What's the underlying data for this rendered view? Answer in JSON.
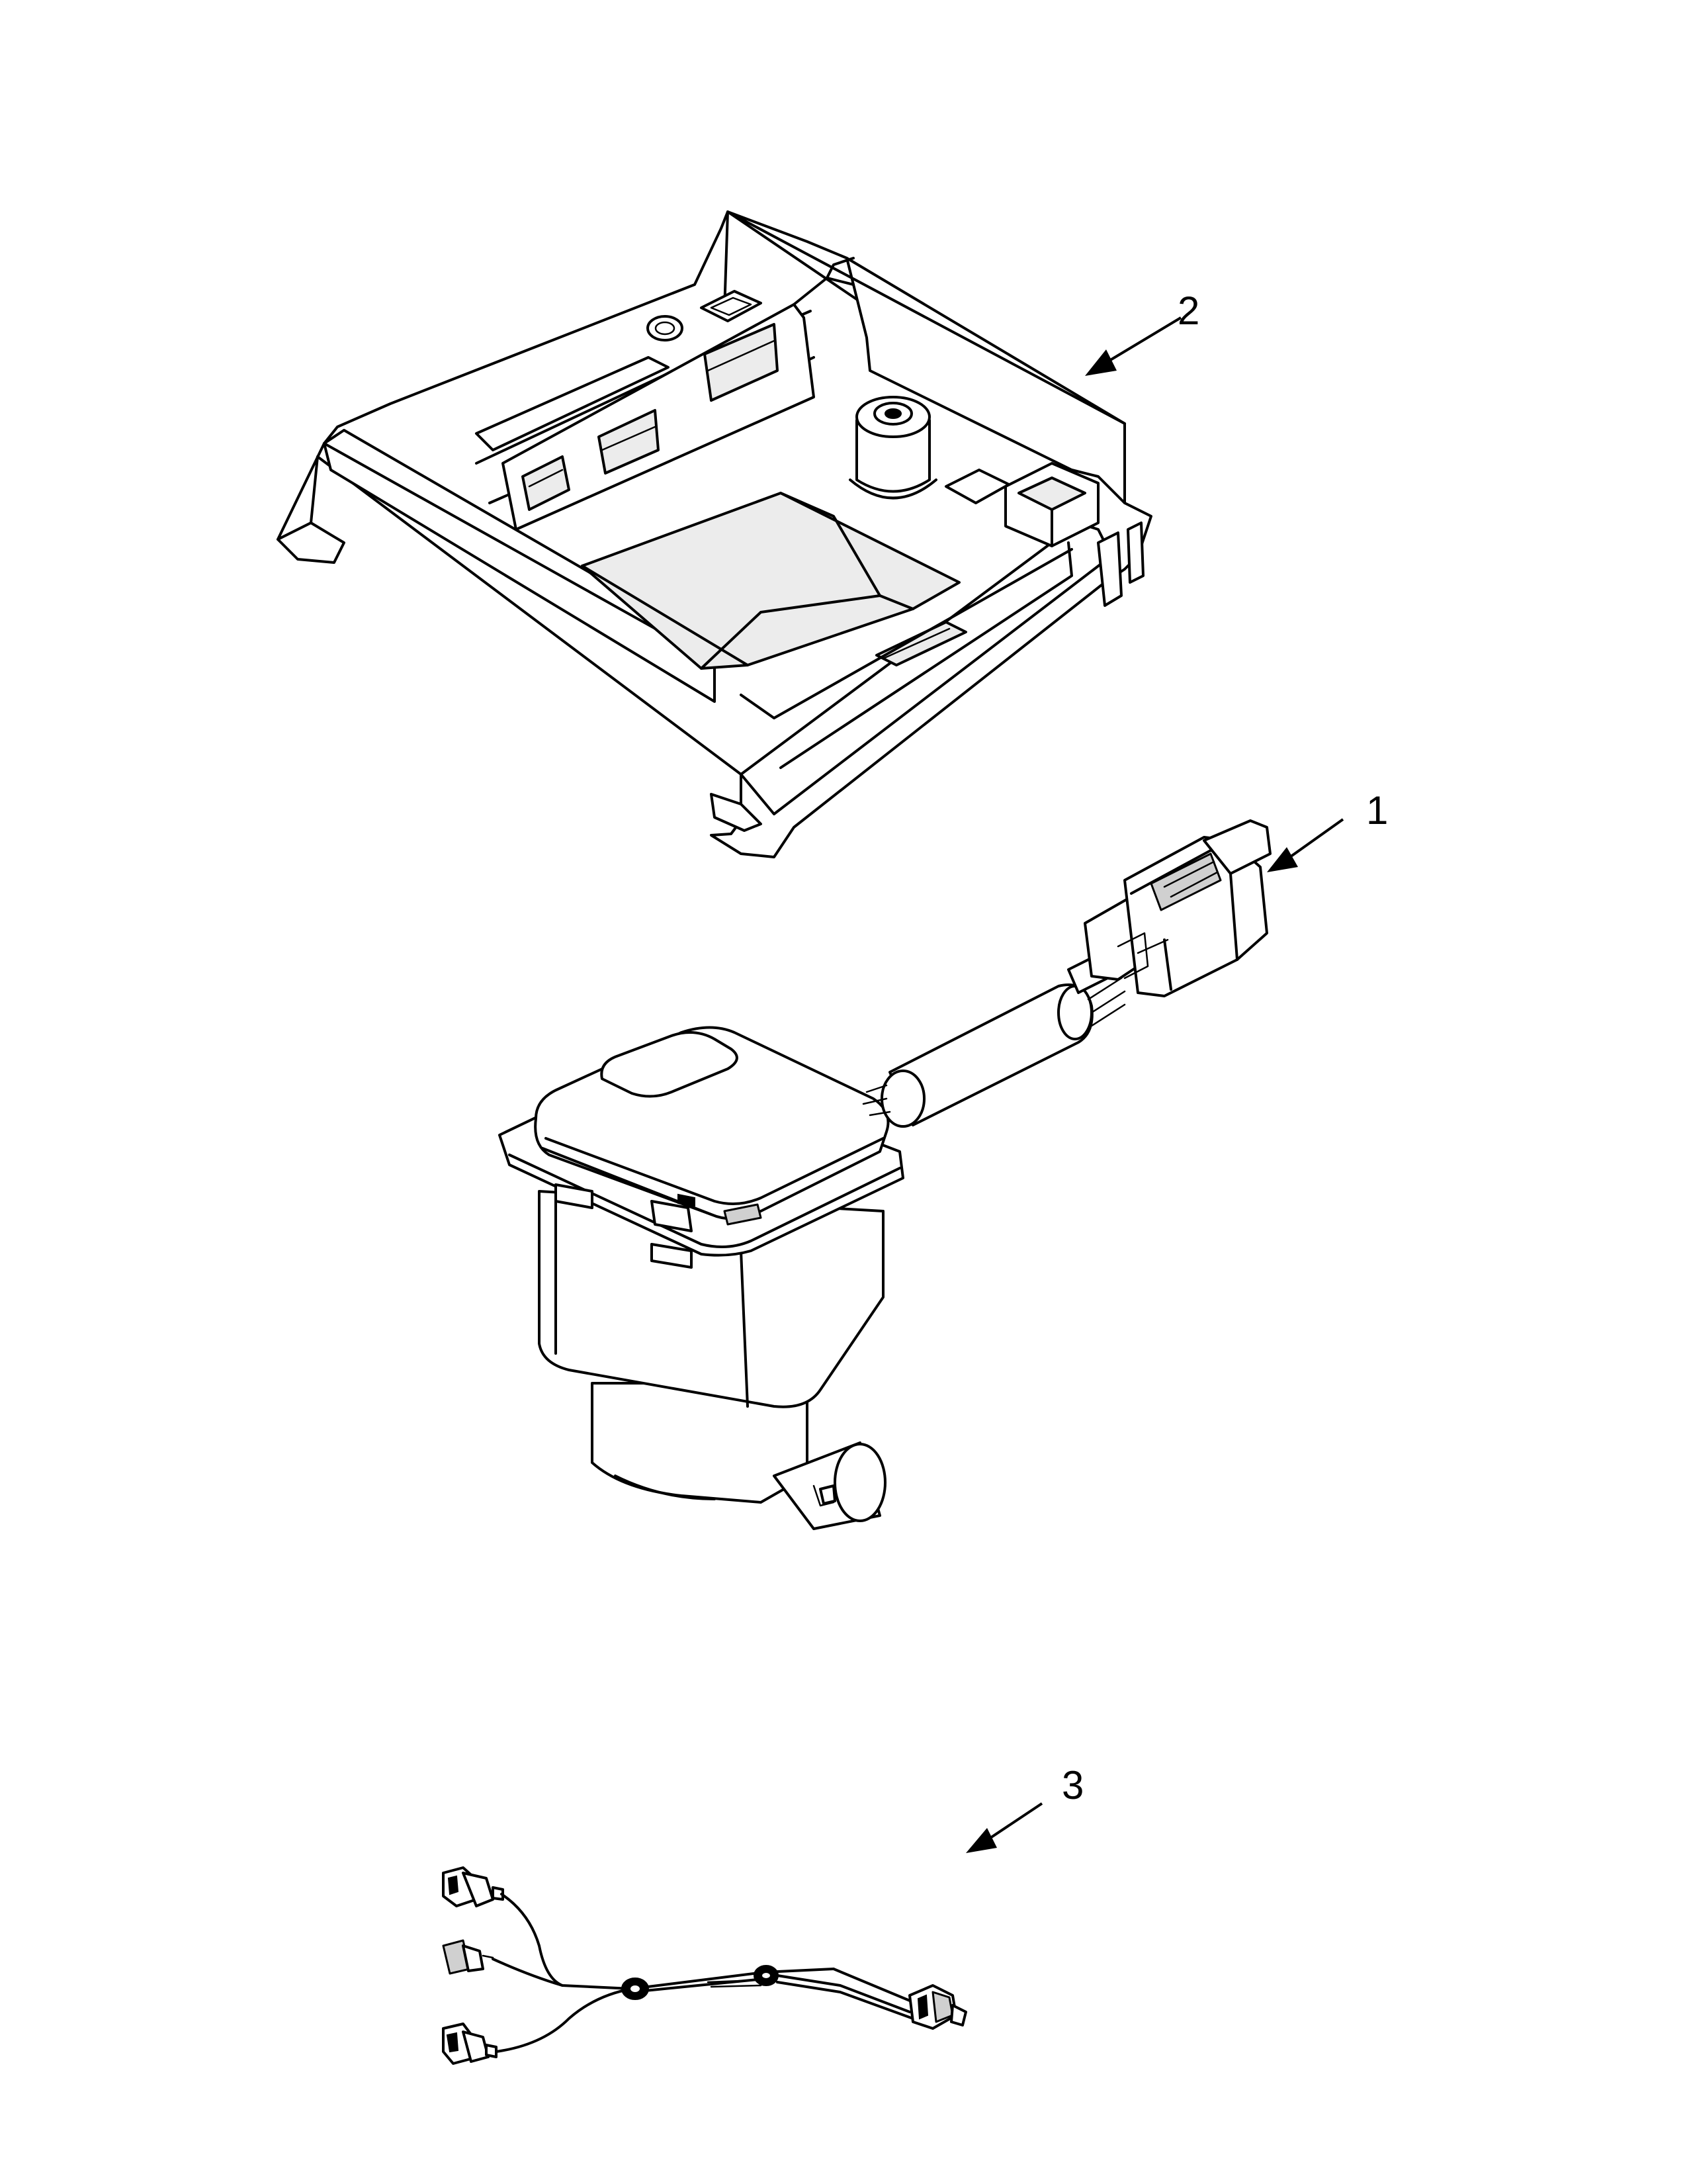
{
  "callouts": [
    {
      "id": "1",
      "label": "1"
    },
    {
      "id": "2",
      "label": "2"
    },
    {
      "id": "3",
      "label": "3"
    }
  ],
  "colors": {
    "line": "#000000",
    "background": "#ffffff",
    "shade": "#ececec"
  }
}
